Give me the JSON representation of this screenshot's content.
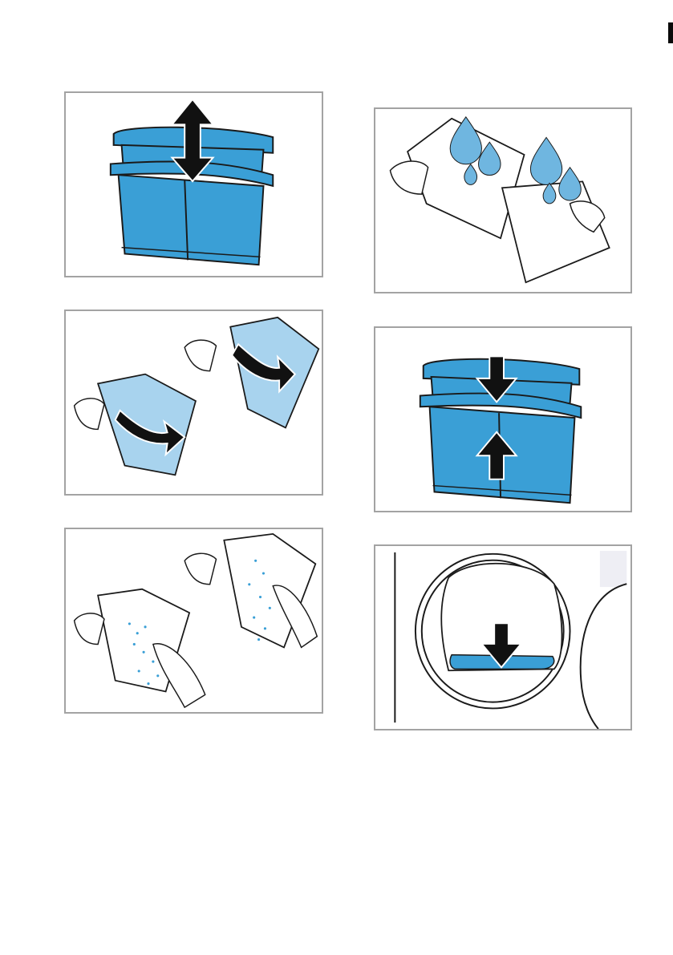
{
  "colors": {
    "filter_blue": "#3a9fd6",
    "filter_light_blue": "#a8d3ee",
    "drop_blue": "#6fb6e0",
    "outline": "#1a1a1a",
    "arrow": "#111111",
    "panel_border": "#a3a3a3"
  },
  "panels": [
    {
      "id": "p1",
      "depicts": "fluff-filter-pull-apart",
      "icons": [
        "up-down-arrow-icon"
      ]
    },
    {
      "id": "p2",
      "depicts": "fluff-filter-open-halves",
      "icons": [
        "rotate-arrow-icon"
      ]
    },
    {
      "id": "p3",
      "depicts": "fluff-filter-remove-lint",
      "icons": []
    },
    {
      "id": "p4",
      "depicts": "fluff-filter-rinse-water",
      "icons": [
        "water-drop-icon"
      ]
    },
    {
      "id": "p5",
      "depicts": "fluff-filter-push-together",
      "icons": [
        "down-arrow-icon",
        "up-arrow-icon"
      ]
    },
    {
      "id": "p6",
      "depicts": "fluff-filter-insert-in-door",
      "icons": [
        "down-arrow-icon"
      ]
    }
  ]
}
